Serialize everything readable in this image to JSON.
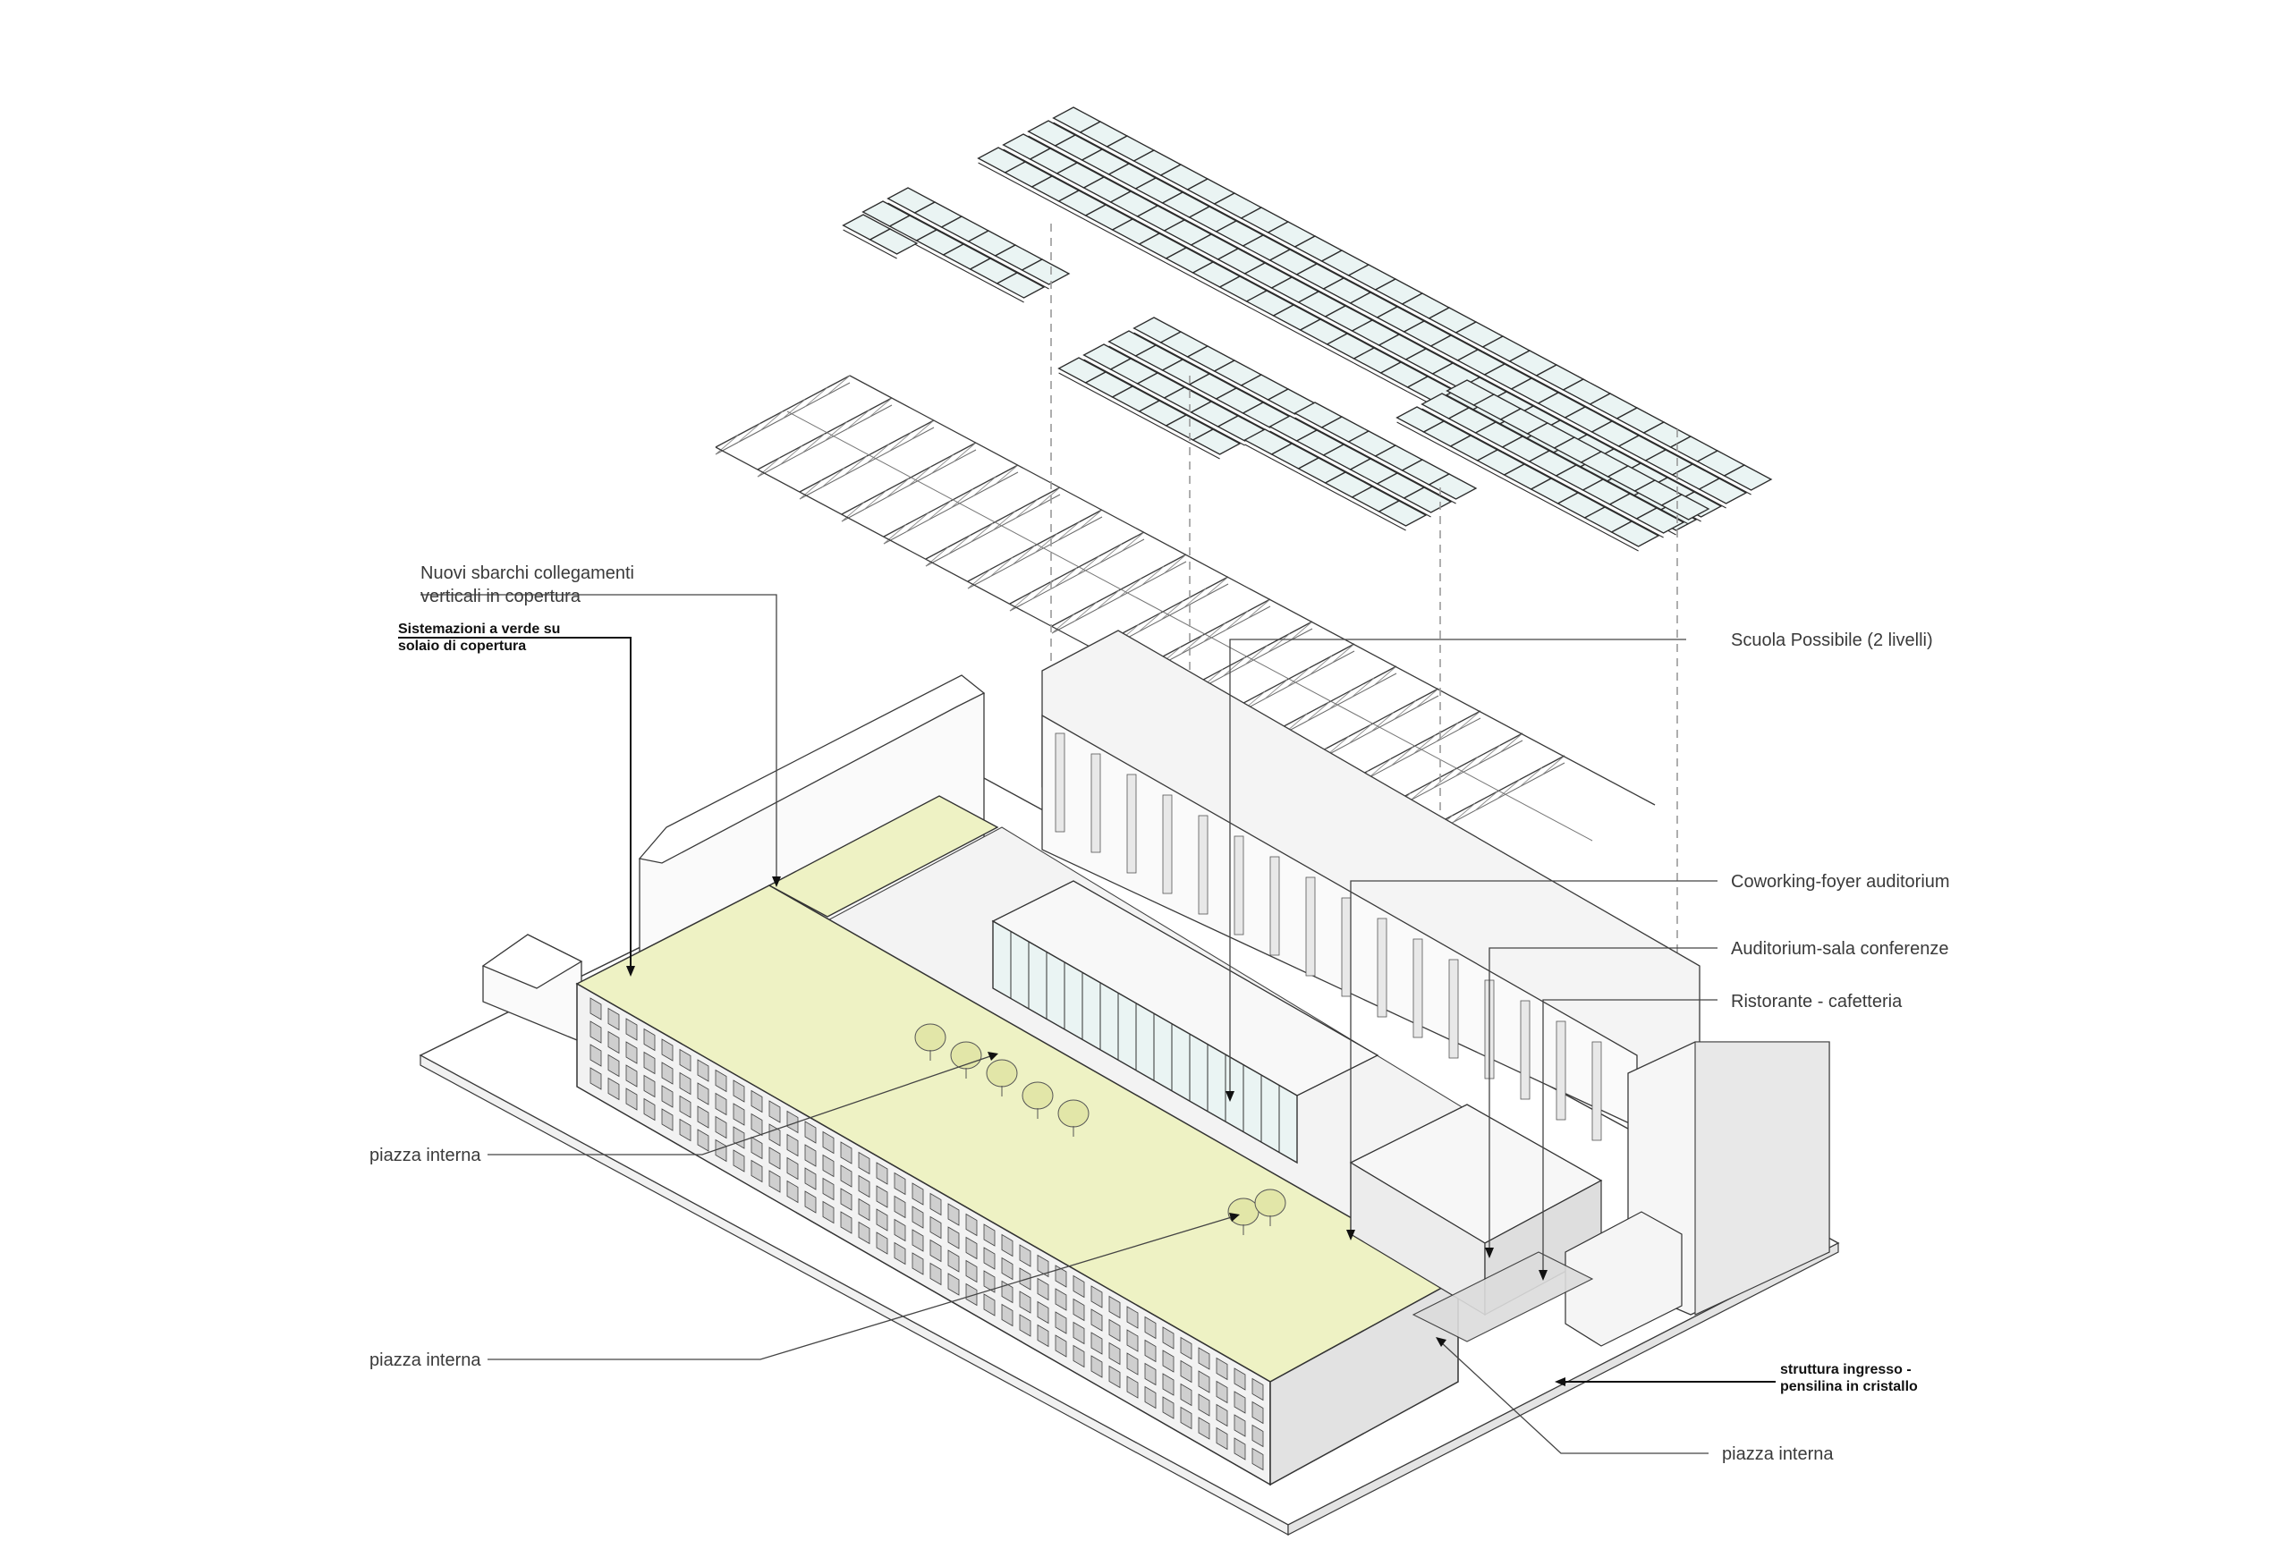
{
  "labels": {
    "sbarchi": [
      "Nuovi sbarchi collegamenti",
      "verticali  in copertura"
    ],
    "verde": [
      "Sistemazioni a verde su",
      "solaio di copertura"
    ],
    "scuola": "Scuola Possibile (2 livelli)",
    "coworking": "Coworking-foyer auditorium",
    "auditorium": "Auditorium-sala conferenze",
    "ristorante": "Ristorante - cafetteria",
    "piazza_1": "piazza interna",
    "piazza_2": "piazza interna",
    "piazza_3": "piazza interna",
    "ingresso": [
      "struttura ingresso -",
      "pensilina in cristallo"
    ]
  },
  "colors": {
    "roof_green": "#eef2c4",
    "glass": "#eaf4f3",
    "line": "#3a3a3a",
    "tree": "#e2e6a8"
  }
}
